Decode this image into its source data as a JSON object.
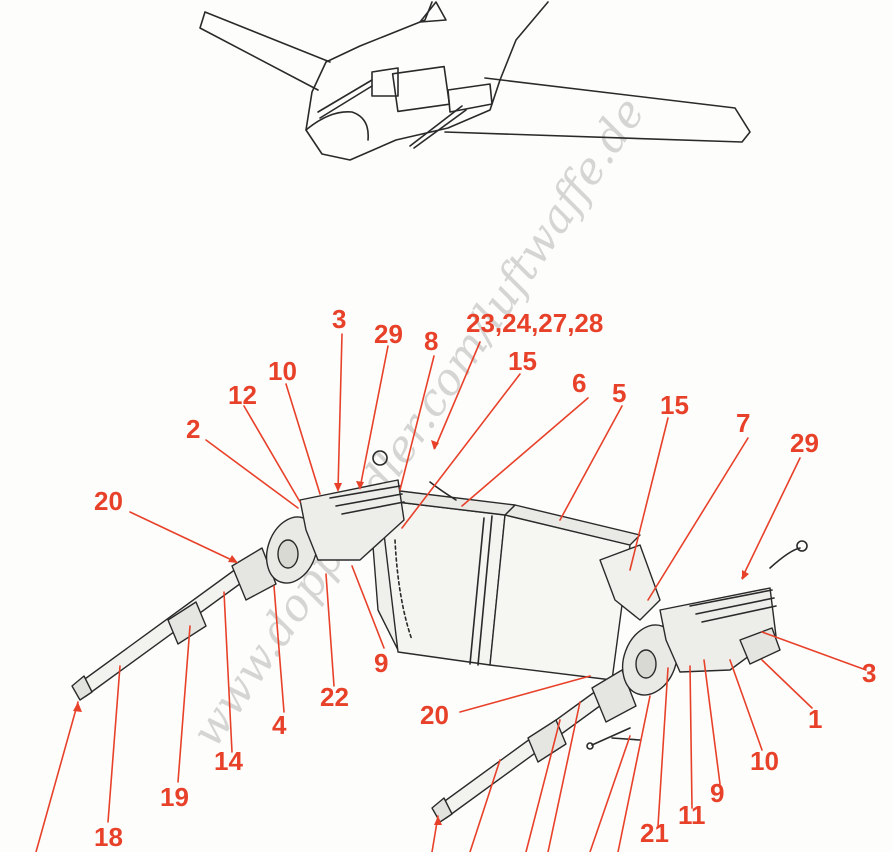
{
  "watermark": "www.doppeladler.com/luftwaffe.de",
  "colors": {
    "callout": "#e8412a",
    "ink": "#2a2a2a",
    "paper": "#fdfdfb",
    "watermark": "#b5b5b5"
  },
  "callouts": [
    {
      "id": "c3a",
      "text": "3"
    },
    {
      "id": "c29a",
      "text": "29"
    },
    {
      "id": "c8",
      "text": "8"
    },
    {
      "id": "c23",
      "text": "23,24,27,28"
    },
    {
      "id": "c15a",
      "text": "15"
    },
    {
      "id": "c6",
      "text": "6"
    },
    {
      "id": "c5",
      "text": "5"
    },
    {
      "id": "c15b",
      "text": "15"
    },
    {
      "id": "c7",
      "text": "7"
    },
    {
      "id": "c29b",
      "text": "29"
    },
    {
      "id": "c10a",
      "text": "10"
    },
    {
      "id": "c12",
      "text": "12"
    },
    {
      "id": "c2",
      "text": "2"
    },
    {
      "id": "c20a",
      "text": "20"
    },
    {
      "id": "c9a",
      "text": "9"
    },
    {
      "id": "c22",
      "text": "22"
    },
    {
      "id": "c4",
      "text": "4"
    },
    {
      "id": "c14",
      "text": "14"
    },
    {
      "id": "c19",
      "text": "19"
    },
    {
      "id": "c18",
      "text": "18"
    },
    {
      "id": "c3b",
      "text": "3"
    },
    {
      "id": "c1",
      "text": "1"
    },
    {
      "id": "c10b",
      "text": "10"
    },
    {
      "id": "c9b",
      "text": "9"
    },
    {
      "id": "c11",
      "text": "11"
    },
    {
      "id": "c21",
      "text": "21"
    },
    {
      "id": "c20b",
      "text": "20"
    }
  ]
}
